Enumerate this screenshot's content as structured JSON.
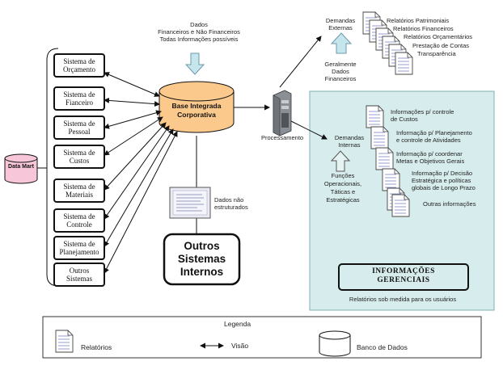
{
  "colors": {
    "panel_bg": "#d7ecec",
    "panel_border": "#7fb2b2",
    "db_fill": "#fbc98b",
    "datamart_fill": "#f7c7d9",
    "arrow_up_fill": "#c6e6ee",
    "line": "#111111"
  },
  "top_input": {
    "lines": [
      "Dados",
      "Financeiros  e  Não Financeiros",
      "Todas Informações possíveis"
    ]
  },
  "central_db": {
    "label_line1": "Base Integrada",
    "label_line2": "Corporativa"
  },
  "data_mart": {
    "label": "Data Mart"
  },
  "systems": [
    {
      "line1": "Sistema  de",
      "line2": "Orçamento"
    },
    {
      "line1": "Sistema de",
      "line2": "Fianceiro"
    },
    {
      "line1": "Sistema de",
      "line2": "Pessoal"
    },
    {
      "line1": "Sistema de",
      "line2": "Custos"
    },
    {
      "line1": "Sistema de",
      "line2": "Materiais"
    },
    {
      "line1": "Sistema de",
      "line2": "Controle"
    },
    {
      "line1": "Sistema de",
      "line2": "Planejamento"
    },
    {
      "line1": "Outros",
      "line2": "Sistemas"
    }
  ],
  "unstructured": {
    "line1": "Dados não",
    "line2": "estruturados"
  },
  "other_systems": {
    "line1": "Outros",
    "line2": "Sistemas",
    "line3": "Internos"
  },
  "processing": {
    "label": "Processamento"
  },
  "external": {
    "title_line1": "Demandas",
    "title_line2": "Externas",
    "source_lines": [
      "Geralmente",
      "Dados",
      "Financeiros"
    ],
    "reports": [
      "Relatórios Patrimoniais",
      "Relatórios Financeiros",
      "Relatórios Orçamentários",
      "Prestação de Contas",
      "Transparência"
    ]
  },
  "internal": {
    "title_line1": "Demandas",
    "title_line2": "Internas",
    "source_lines": [
      "Funções",
      "Operacionais,",
      "Táticas e",
      "Estratégicas"
    ],
    "items": [
      {
        "line1": "Informações  p/ controle",
        "line2": "de Custos"
      },
      {
        "line1": "Informação p/ Planejamento",
        "line2": "e controle de Atividades"
      },
      {
        "line1": "Informação p/ coordenar",
        "line2": "Metas e Objetivos Gerais"
      },
      {
        "line1": "Informação  p/ Decisão",
        "line2": "Estratégica e políticas",
        "line3": "globais de Longo Prazo"
      },
      {
        "line1": "Outras informações"
      }
    ],
    "management_line1": "INFORMAÇÕES",
    "management_line2": "GERENCIAIS",
    "footer": "Relatórios sob medida para os usuários"
  },
  "legend": {
    "title": "Legenda",
    "reports": "Relatórios",
    "view": "Visão",
    "database": "Banco de Dados"
  }
}
